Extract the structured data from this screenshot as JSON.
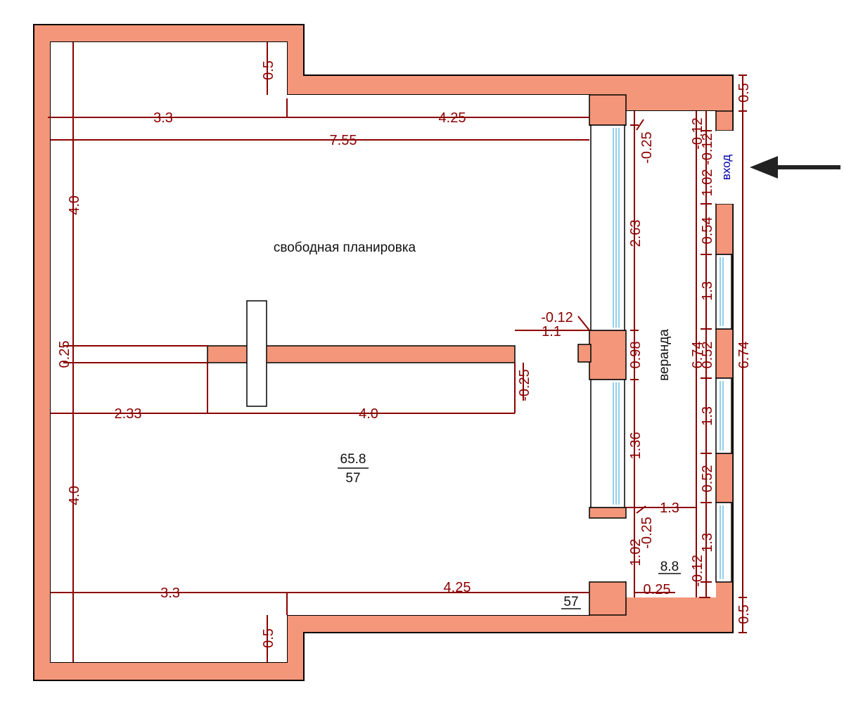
{
  "labels": {
    "free_layout": "свободная планировка",
    "veranda": "веранда",
    "entrance": "вход"
  },
  "areas": {
    "main_numerator": "65.8",
    "main_denominator": "57",
    "veranda_area": "8.8",
    "veranda_denominator": "57"
  },
  "dimensions": {
    "top_left": "3.3",
    "top_right": "4.25",
    "top_total": "7.55",
    "bottom_left": "3.3",
    "bottom_right": "4.25",
    "step_top": "0.5",
    "step_bottom": "0.5",
    "left_upper": "4.0",
    "left_lower": "4.0",
    "partition_thickness": "0.25",
    "partition_offset": "2.33",
    "partition_length": "4.0",
    "partition_gap": "1.1",
    "partition_end": "-0.25",
    "wall_recess": "-0.12",
    "window_upper": "2.63",
    "window_mid": "0.98",
    "window_lower": "1.36",
    "veranda_depth": "1.3",
    "veranda_inner_top": "-0.25",
    "veranda_inner_bottom": "-0.25",
    "veranda_bottom_gap": "1.02",
    "veranda_bottom_step": "0.25",
    "outer_top_recess": "-0.12",
    "outer_recess_2": "-0.12",
    "door_width": "1.02",
    "pier_1": "0.54",
    "window_1": "1.3",
    "pier_2": "0.52",
    "window_2": "1.3",
    "pier_3": "0.52",
    "window_3": "1.3",
    "outer_bottom_recess": "-0.12",
    "veranda_length": "6.74",
    "outer_length": "6.74",
    "outer_top_step": "0.5",
    "outer_bottom_step": "0.5"
  },
  "colors": {
    "wall": "#f4967a",
    "dimension": "#8b0000",
    "window": "#9fd8f0",
    "arrow": "#222222"
  },
  "icons": {
    "entrance_arrow": "arrow-left-icon"
  }
}
